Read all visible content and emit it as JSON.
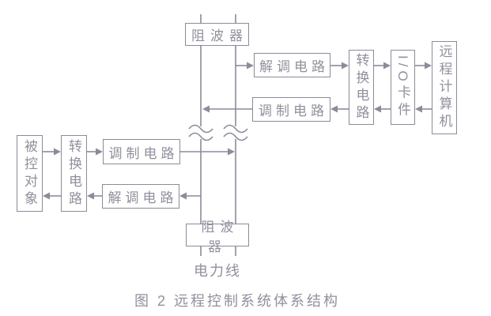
{
  "figure": {
    "caption": "图 2  远程控制系统体系结构",
    "power_line_label": "电力线"
  },
  "blocks": {
    "trap_top": "阻波器",
    "demod_top": "解调电路",
    "mod_top": "调制电路",
    "convert_right": "转换电路",
    "io_card": "I/O卡件",
    "remote_computer": "远程计算机",
    "controlled_object": "被控对象",
    "convert_left": "转换电路",
    "mod_bottom": "调制电路",
    "demod_bottom": "解调电路",
    "trap_bottom": "阻波器"
  },
  "colors": {
    "stroke": "#8a8c9a",
    "text": "#90909e",
    "background": "#ffffff"
  }
}
